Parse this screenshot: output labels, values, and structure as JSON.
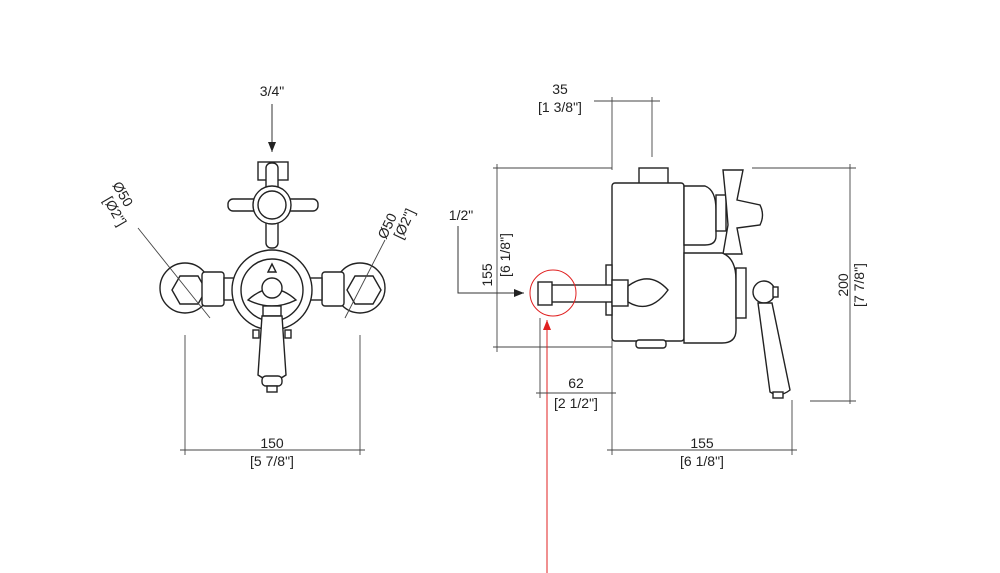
{
  "front_view": {
    "inlet_size": "3/4\"",
    "left_diameter_mm": "Ø50",
    "left_diameter_in": "[Ø2\"]",
    "right_diameter_mm": "Ø50",
    "right_diameter_in": "[Ø2\"]",
    "width_mm": "150",
    "width_in": "[5 7/8\"]"
  },
  "side_view": {
    "depth_top_mm": "35",
    "depth_top_in": "[1 3/8\"]",
    "outlet_size": "1/2\"",
    "outlet_height_mm": "155",
    "outlet_height_in": "[6 1/8\"]",
    "height_mm": "200",
    "height_in": "[7 7/8\"]",
    "outlet_offset_mm": "62",
    "outlet_offset_in": "[2 1/2\"]",
    "projection_mm": "155",
    "projection_in": "[6 1/8\"]"
  },
  "colors": {
    "highlight": "#e02020",
    "line": "#222222"
  }
}
